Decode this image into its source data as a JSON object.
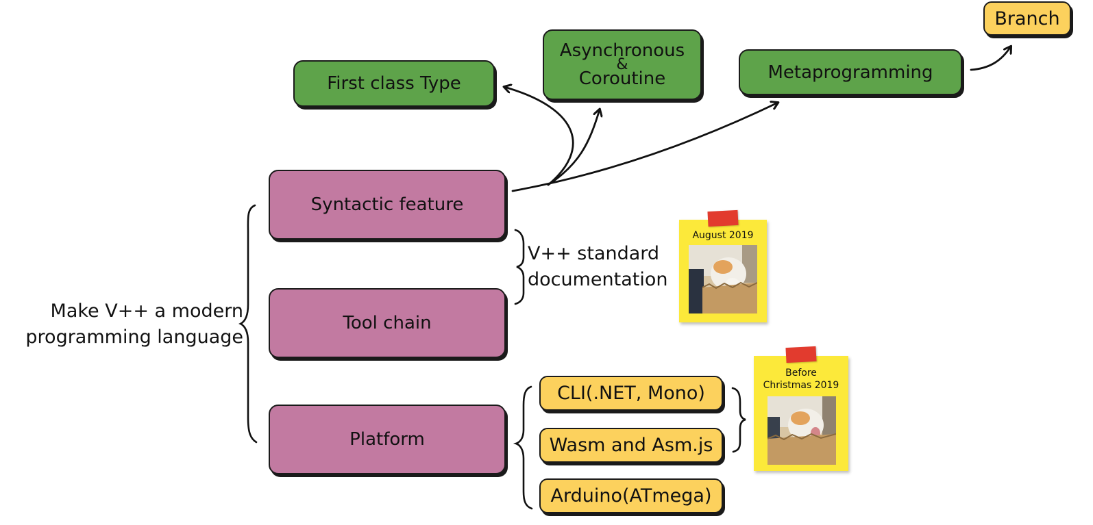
{
  "root": {
    "line1": "Make V++ a modern",
    "line2": "programming language"
  },
  "nodes": {
    "syntactic": "Syntactic feature",
    "toolchain": "Tool chain",
    "platform": "Platform",
    "first_class": "First class Type",
    "async_line1": "Asynchronous",
    "async_line2": "&",
    "async_line3": "Coroutine",
    "metaprogramming": "Metaprogramming",
    "branch": "Branch"
  },
  "documentation": {
    "line1": "V++ standard",
    "line2": "documentation"
  },
  "platform_targets": [
    "CLI(.NET, Mono)",
    "Wasm and Asm.js",
    "Arduino(ATmega)"
  ],
  "notes": {
    "note1": "August 2019",
    "note2_line1": "Before",
    "note2_line2": "Christmas 2019"
  },
  "colors": {
    "green": "#5ea34a",
    "pink": "#c27aa1",
    "yellow": "#fcd15d",
    "sticky": "#fce93a",
    "tape": "#e23b2e"
  }
}
